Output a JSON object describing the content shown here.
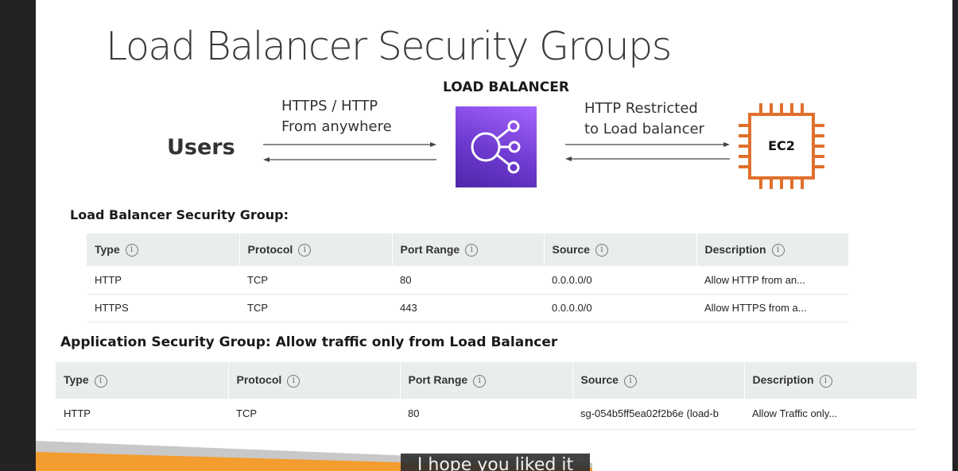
{
  "title": "Load Balancer Security Groups",
  "diagram": {
    "load_balancer_heading": "LOAD BALANCER",
    "users_label": "Users",
    "left_arrow_text": [
      "HTTPS / HTTP",
      "From anywhere"
    ],
    "right_arrow_text": [
      "HTTP Restricted",
      "to Load balancer"
    ],
    "ec2_label": "EC2",
    "lb_icon": "elastic-load-balancing-icon",
    "ec2_icon": "ec2-chip-icon",
    "colors": {
      "lb_purple": "#8c4fff",
      "ec2_orange": "#e0702c"
    }
  },
  "lb_group": {
    "heading": "Load Balancer Security Group:",
    "columns": [
      "Type",
      "Protocol",
      "Port Range",
      "Source",
      "Description"
    ],
    "rows": [
      [
        "HTTP",
        "TCP",
        "80",
        "0.0.0.0/0",
        "Allow HTTP from an..."
      ],
      [
        "HTTPS",
        "TCP",
        "443",
        "0.0.0.0/0",
        "Allow HTTPS from a..."
      ]
    ]
  },
  "app_group": {
    "heading": "Application Security Group: Allow traffic only from Load Balancer",
    "columns": [
      "Type",
      "Protocol",
      "Port Range",
      "Source",
      "Description"
    ],
    "rows": [
      [
        "HTTP",
        "TCP",
        "80",
        "sg-054b5ff5ea02f2b6e (load-b",
        "Allow Traffic only..."
      ]
    ]
  },
  "info_icon": "i",
  "caption": "I hope you liked it",
  "colors": {
    "accent_orange": "#f39c2f",
    "header_bg": "#eaeded"
  }
}
